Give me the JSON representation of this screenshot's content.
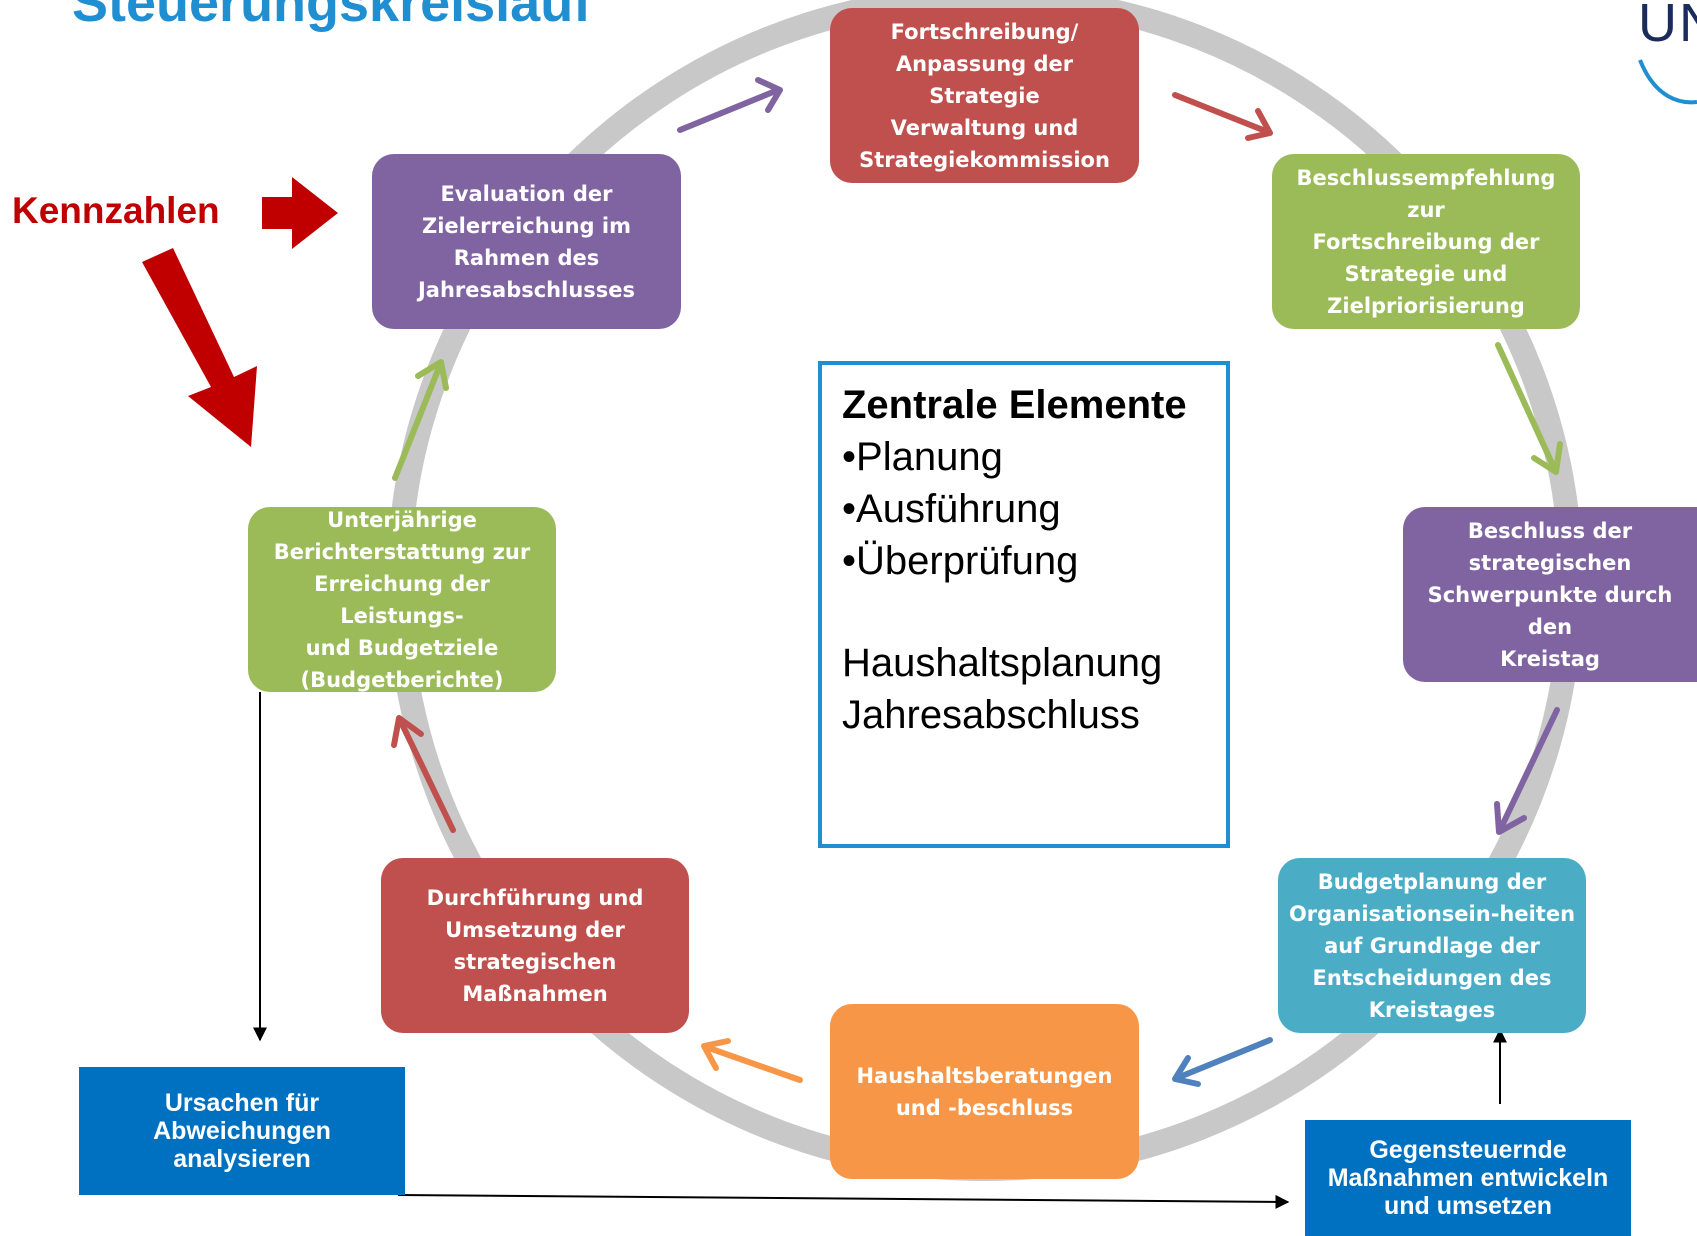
{
  "title": "Steuerungskreislauf",
  "logo_text": "UN",
  "kennzahlen_label": "Kennzahlen",
  "cycle_boxes": [
    {
      "id": "fortschreibung",
      "text": "Fortschreibung/\nAnpassung der Strategie\nVerwaltung und\nStrategiekommission",
      "color": "#c0504d"
    },
    {
      "id": "beschlussempfehlung",
      "text": "Beschlussempfehlung zur\nFortschreibung der\nStrategie und\nZielpriorisierung",
      "color": "#9bbb59"
    },
    {
      "id": "beschluss",
      "text": "Beschluss der\nstrategischen\nSchwerpunkte durch den\nKreistag",
      "color": "#8064a2"
    },
    {
      "id": "budgetplanung",
      "text": "Budgetplanung der\nOrganisationsein-heiten\nauf Grundlage der\nEntscheidungen des\nKreistages",
      "color": "#4bacc6"
    },
    {
      "id": "haushaltsberatungen",
      "text": "Haushaltsberatungen\nund -beschluss",
      "color": "#f79646"
    },
    {
      "id": "durchfuehrung",
      "text": "Durchführung und\nUmsetzung der\nstrategischen\nMaßnahmen",
      "color": "#c0504d"
    },
    {
      "id": "unterjaehrige",
      "text": "Unterjährige\nBerichterstattung zur\nErreichung der Leistungs-\nund Budgetziele\n(Budgetberichte)",
      "color": "#9bbb59"
    },
    {
      "id": "evaluation",
      "text": "Evaluation der\nZielerreichung im\nRahmen des\nJahresabschlusses",
      "color": "#8064a2"
    }
  ],
  "center": {
    "heading": "Zentrale Elemente",
    "items": [
      "Planung",
      "Ausführung",
      "Überprüfung"
    ],
    "extra": "Haushaltsplanung\nJahresabschluss"
  },
  "side_boxes": {
    "ursachen": "Ursachen für\nAbweichungen\nanalysieren",
    "gegensteuernde": "Gegensteuernde\nMaßnahmen entwickeln\nund umsetzen"
  },
  "colors": {
    "title": "#1f8fd2",
    "accent_red": "#c00000",
    "blue": "#0070c0",
    "ring": "#c8c8c8"
  }
}
